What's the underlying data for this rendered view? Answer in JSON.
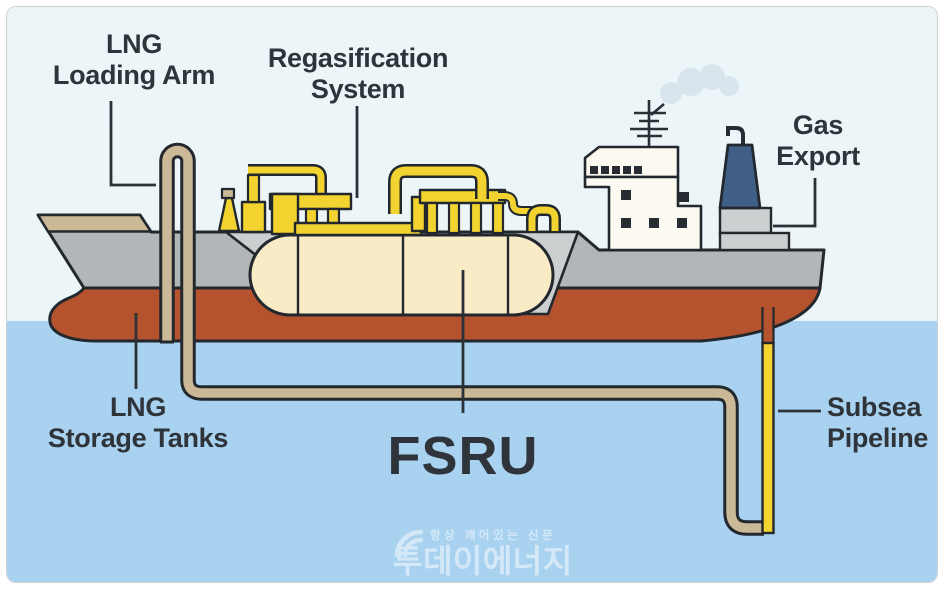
{
  "labels": {
    "loading_arm": {
      "line1": "LNG",
      "line2": "Loading Arm"
    },
    "regasification": {
      "line1": "Regasification",
      "line2": "System"
    },
    "gas_export": {
      "line1": "Gas",
      "line2": "Export"
    },
    "storage_tanks": {
      "line1": "LNG",
      "line2": "Storage Tanks"
    },
    "fsru": "FSRU",
    "subsea_pipeline": {
      "line1": "Subsea",
      "line2": "Pipeline"
    }
  },
  "watermark": {
    "tagline": "항상 깨어있는 신문",
    "brand": "투데이에너지"
  },
  "colors": {
    "sky": "#ecf6f9",
    "water": "#a9d2f1",
    "hull_gray": "#b2b6b9",
    "hull_red": "#b5532f",
    "deck_gray": "#cbcfd0",
    "tank_cream": "#f9ebc6",
    "pipe_yellow": "#f2d330",
    "pipe_tan": "#cbb896",
    "funnel_blue": "#3f5f86",
    "superstructure": "#fcf9f1",
    "window_dark": "#262c32",
    "outline": "#22282d",
    "smoke": "#d8e5ec",
    "label_text": "#2e343a",
    "watermark_white": "#ffffff"
  }
}
